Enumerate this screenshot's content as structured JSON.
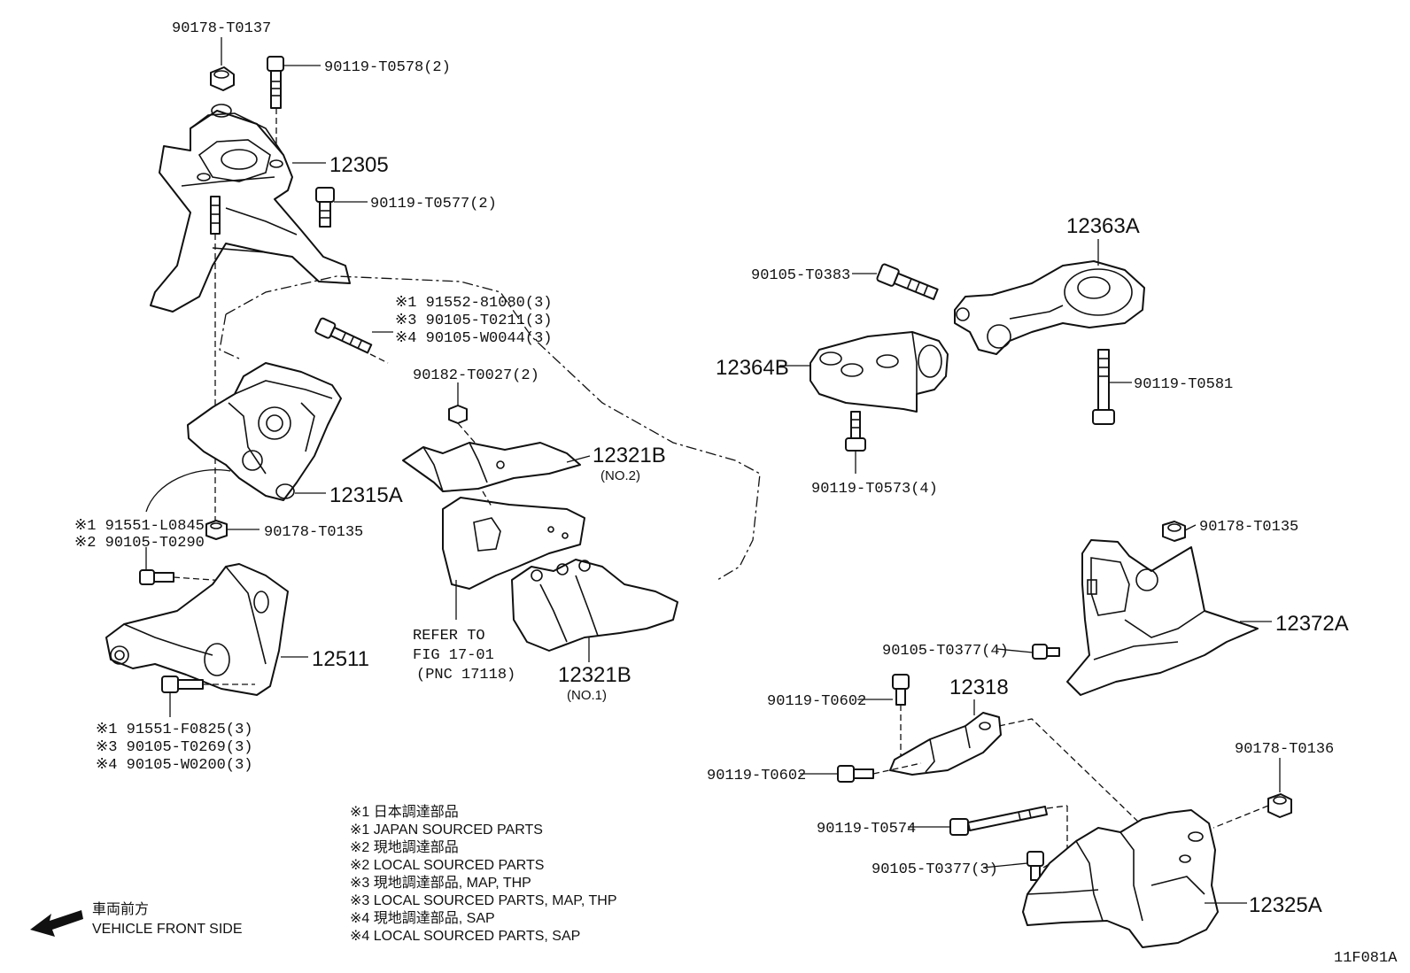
{
  "legend": [
    "※1  日本調達部品",
    "※1  JAPAN SOURCED PARTS",
    "※2  現地調達部品",
    "※2  LOCAL SOURCED PARTS",
    "※3  現地調達部品, MAP, THP",
    "※3  LOCAL SOURCED PARTS, MAP, THP",
    "※4  現地調達部品, SAP",
    "※4  LOCAL SOURCED PARTS, SAP"
  ],
  "front": {
    "jp": "車両前方",
    "en": "VEHICLE FRONT SIDE"
  },
  "figure_id": "11F081A",
  "refer": {
    "line1": "REFER TO",
    "line2": "FIG 17-01",
    "line3": "(PNC 17118)"
  },
  "parts": {
    "p12305": "12305",
    "p12315A": "12315A",
    "p12511": "12511",
    "p12321B_no2": "12321B",
    "no2": "(NO.2)",
    "p12321B_no1": "12321B",
    "no1": "(NO.1)",
    "p12363A": "12363A",
    "p12364B": "12364B",
    "p12372A": "12372A",
    "p12318": "12318",
    "p12325A": "12325A"
  },
  "fasteners": {
    "f_90178_T0137": "90178-T0137",
    "f_90119_T0578": "90119-T0578(2)",
    "f_90119_T0577": "90119-T0577(2)",
    "g1_a": "※1 91552-81080(3)",
    "g1_b": "※3 90105-T0211(3)",
    "g1_c": "※4 90105-W0044(3)",
    "f_90182_T0027": "90182-T0027(2)",
    "g2_a": "※1 91551-L0845",
    "g2_b": "※2 90105-T0290",
    "f_90178_T0135_left": "90178-T0135",
    "g3_a": "※1  91551-F0825(3)",
    "g3_b": "※3  90105-T0269(3)",
    "g3_c": "※4  90105-W0200(3)",
    "f_90105_T0383": "90105-T0383",
    "f_90119_T0581": "90119-T0581",
    "f_90119_T0573": "90119-T0573(4)",
    "f_90178_T0135_right": "90178-T0135",
    "f_90105_T0377_4": "90105-T0377(4)",
    "f_90119_T0602_a": "90119-T0602",
    "f_90119_T0602_b": "90119-T0602",
    "f_90178_T0136": "90178-T0136",
    "f_90119_T0574": "90119-T0574",
    "f_90105_T0377_3": "90105-T0377(3)"
  }
}
